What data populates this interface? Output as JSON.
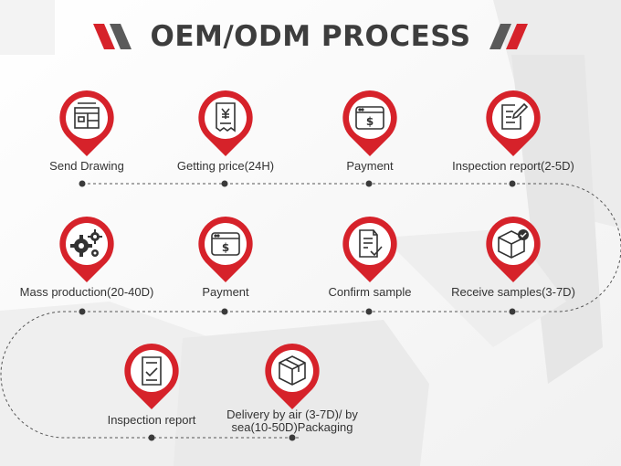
{
  "title": "OEM/ODM PROCESS",
  "colors": {
    "accent": "#d6222a",
    "title": "#3d3d3d",
    "text": "#333333",
    "dot": "#3a3a3a"
  },
  "rows": [
    [
      {
        "label": "Send Drawing",
        "icon": "blueprint-icon"
      },
      {
        "label": "Getting price(24H)",
        "icon": "price-quote-icon"
      },
      {
        "label": "Payment",
        "icon": "payment-icon"
      },
      {
        "label": "Inspection report(2-5D)",
        "icon": "report-edit-icon"
      }
    ],
    [
      {
        "label": "Mass production(20-40D)",
        "icon": "gears-icon"
      },
      {
        "label": "Payment",
        "icon": "payment-icon"
      },
      {
        "label": "Confirm sample",
        "icon": "confirm-document-icon"
      },
      {
        "label": "Receive samples(3-7D)",
        "icon": "package-check-icon"
      }
    ],
    [
      {
        "label": "Inspection report",
        "icon": "inspection-icon"
      },
      {
        "label_line1": "Delivery by air (3-7D)/ by",
        "label_line2": "sea(10-50D)Packaging",
        "icon": "package-delivery-icon"
      }
    ]
  ]
}
